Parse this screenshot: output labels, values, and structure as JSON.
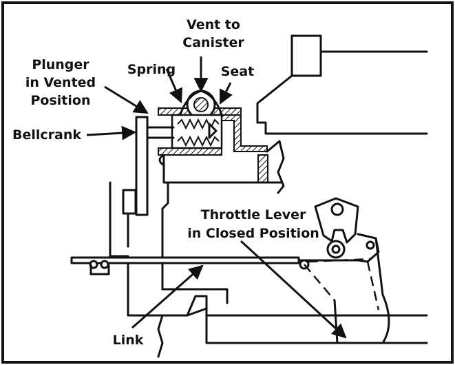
{
  "labels": {
    "vent_to_canister_line1": "Vent to",
    "vent_to_canister_line2": "Canister",
    "spring": "Spring",
    "seat": "Seat",
    "plunger_line1": "Plunger",
    "plunger_line2": "in Vented",
    "plunger_line3": "Position",
    "bellcrank": "Bellcrank",
    "throttle_line1": "Throttle Lever",
    "throttle_line2": "in Closed Position",
    "link": "Link"
  },
  "colors": {
    "ink": "#111111",
    "paper": "#ffffff"
  }
}
